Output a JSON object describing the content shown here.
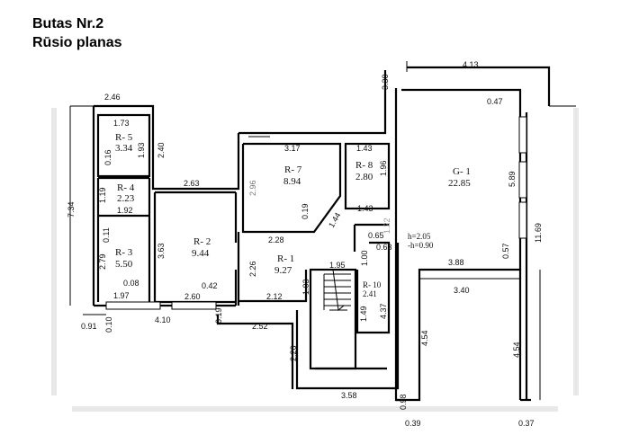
{
  "header": {
    "title": "Butas Nr.2",
    "subtitle": "Rūsio planas"
  },
  "rooms": [
    {
      "id": "R- 5",
      "area": "3.34"
    },
    {
      "id": "R- 4",
      "area": "2.23"
    },
    {
      "id": "R- 3",
      "area": "5.50"
    },
    {
      "id": "R- 2",
      "area": "9.44"
    },
    {
      "id": "R- 7",
      "area": "8.94"
    },
    {
      "id": "R- 8",
      "area": "2.80"
    },
    {
      "id": "R- 1",
      "area": "9.27"
    },
    {
      "id": "R- 10",
      "area": "2.41"
    },
    {
      "id": "G- 1",
      "area": "22.85"
    }
  ],
  "heights": {
    "h": "h=2.05",
    "neg_h": "-h=0.90"
  },
  "dims": [
    "2.46",
    "1.73",
    "1.93",
    "0.16",
    "2.40",
    "1.19",
    "1.92",
    "0.11",
    "2.79",
    "7.34",
    "0.08",
    "1.97",
    "0.91",
    "0.10",
    "4.10",
    "2.63",
    "3.63",
    "2.60",
    "0.42",
    "0.19",
    "2.52",
    "3.17",
    "2.96",
    "0.19",
    "1.44",
    "2.28",
    "2.26",
    "2.12",
    "1.03",
    "1.43",
    "1.96",
    "1.43",
    "1.22",
    "3.30",
    "1.95",
    "1.00",
    "0.63",
    "0.65",
    "1.49",
    "4.37",
    "2.26",
    "3.58",
    "0.98",
    "0.39",
    "4.13",
    "0.47",
    "5.89",
    "11.69",
    "0.57",
    "3.88",
    "3.40",
    "4.54",
    "4.54",
    "0.37"
  ]
}
